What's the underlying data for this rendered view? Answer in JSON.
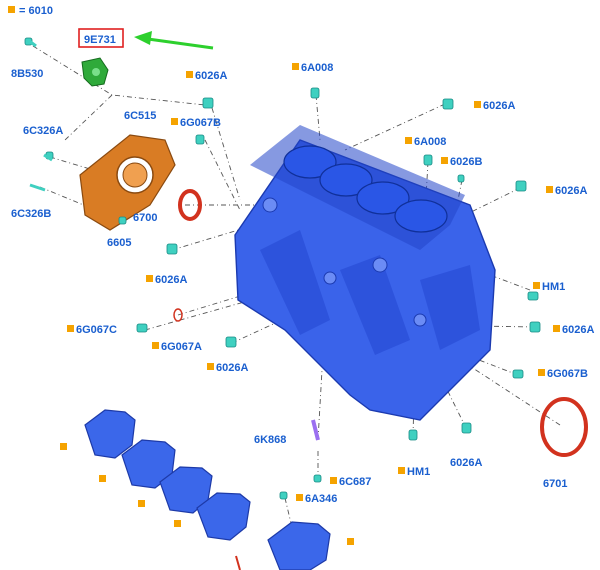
{
  "legend": {
    "text": "= 6010",
    "color": "#f5a300"
  },
  "highlight": {
    "part": "9E731",
    "box_color": "#e02020",
    "arrow_color": "#2dd02d"
  },
  "labels": {
    "p8B530": "8B530",
    "p9E731": "9E731",
    "p6026A_1": "6026A",
    "p6A008_1": "6A008",
    "p6C326A": "6C326A",
    "p6C515": "6C515",
    "p6G067B_1": "6G067B",
    "p6026A_2": "6026A",
    "p6A008_2": "6A008",
    "p6026B": "6026B",
    "p6026A_3": "6026A",
    "p6C326B": "6C326B",
    "p6700": "6700",
    "p6605": "6605",
    "p6026A_4": "6026A",
    "pHM1_1": "HM1",
    "p6G067C": "6G067C",
    "p6G067A": "6G067A",
    "p6026A_5": "6026A",
    "p6026A_6": "6026A",
    "p6G067B_2": "6G067B",
    "p6K868": "6K868",
    "pHM1_2": "HM1",
    "p6026A_7": "6026A",
    "p6701": "6701",
    "p6C687": "6C687",
    "p6A346": "6A346"
  }
}
